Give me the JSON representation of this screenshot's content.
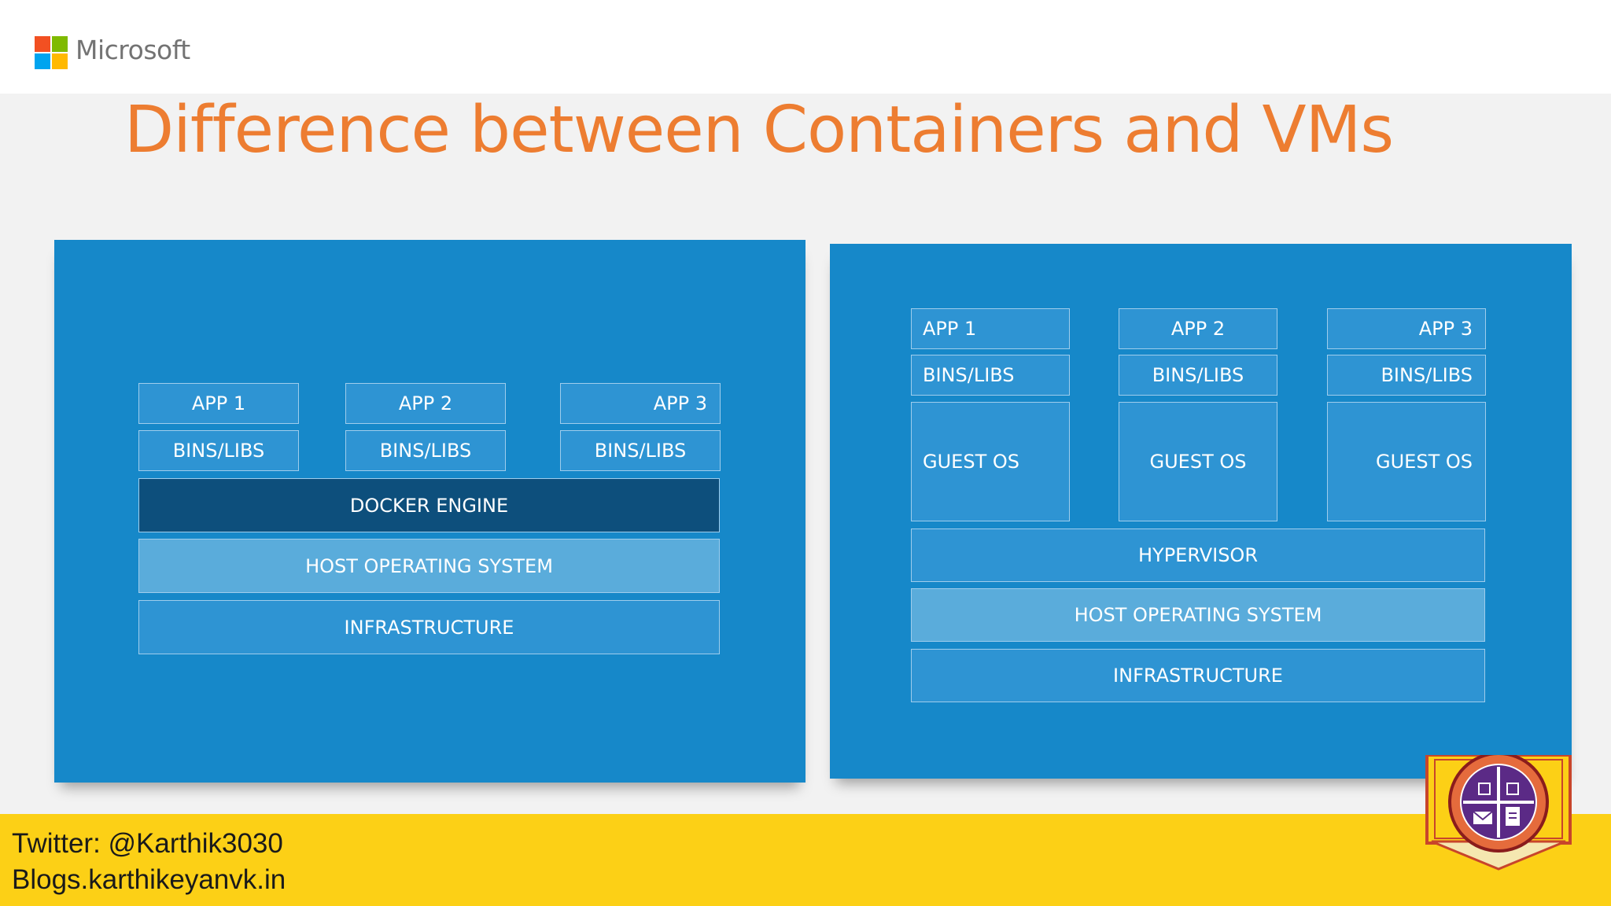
{
  "header": {
    "brand": "Microsoft"
  },
  "slide": {
    "title": "Difference between Containers and VMs"
  },
  "containers_diagram": {
    "apps": [
      "APP 1",
      "APP 2",
      "APP 3"
    ],
    "bins": [
      "BINS/LIBS",
      "BINS/LIBS",
      "BINS/LIBS"
    ],
    "engine": "DOCKER ENGINE",
    "host_os": "HOST OPERATING SYSTEM",
    "infrastructure": "INFRASTRUCTURE"
  },
  "vm_diagram": {
    "apps": [
      "APP 1",
      "APP 2",
      "APP 3"
    ],
    "bins": [
      "BINS/LIBS",
      "BINS/LIBS",
      "BINS/LIBS"
    ],
    "guest_os": [
      "GUEST OS",
      "GUEST OS",
      "GUEST OS"
    ],
    "hypervisor": "HYPERVISOR",
    "host_os": "HOST OPERATING SYSTEM",
    "infrastructure": "INFRASTRUCTURE"
  },
  "footer": {
    "twitter": "Twitter: @Karthik3030",
    "blog": "Blogs.karthikeyanvk.in"
  },
  "colors": {
    "title": "#ed7d31",
    "panel": "#1688c9",
    "box": "#2e94d3",
    "engine": "#0d4f7c",
    "host_os": "#5aacdb",
    "footer": "#fcd016"
  }
}
